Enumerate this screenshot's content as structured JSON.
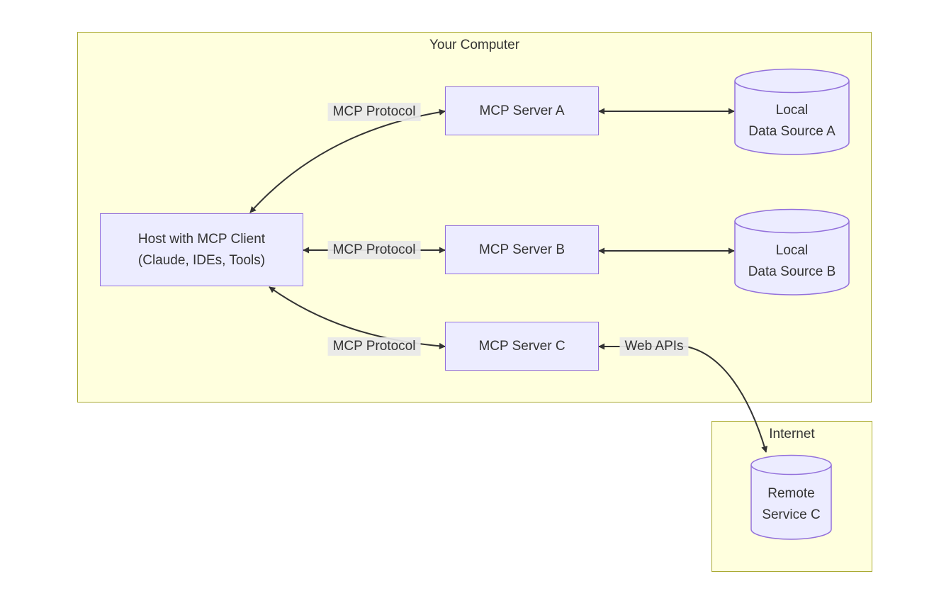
{
  "diagram": {
    "clusters": {
      "your_computer": {
        "title": "Your Computer"
      },
      "internet": {
        "title": "Internet"
      }
    },
    "nodes": {
      "host": {
        "line1": "Host with MCP Client",
        "line2": "(Claude, IDEs, Tools)"
      },
      "server_a": {
        "label": "MCP Server A"
      },
      "server_b": {
        "label": "MCP Server B"
      },
      "server_c": {
        "label": "MCP Server C"
      },
      "data_a": {
        "line1": "Local",
        "line2": "Data Source A"
      },
      "data_b": {
        "line1": "Local",
        "line2": "Data Source B"
      },
      "remote_c": {
        "line1": "Remote",
        "line2": "Service C"
      }
    },
    "edge_labels": {
      "protocol_a": "MCP Protocol",
      "protocol_b": "MCP Protocol",
      "protocol_c": "MCP Protocol",
      "web_apis": "Web APIs"
    },
    "colors": {
      "node_fill": "#ECECFF",
      "node_border": "#9370DB",
      "cluster_fill": "#ffffde",
      "cluster_border": "#aaaa33",
      "edge": "#333333",
      "text": "#333333"
    }
  }
}
